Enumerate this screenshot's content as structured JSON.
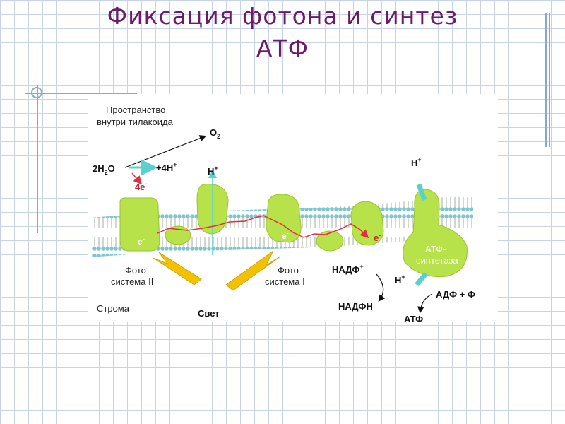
{
  "slide": {
    "title_line1": "Фиксация фотона и синтез",
    "title_line2": "АТФ"
  },
  "diagram": {
    "lumen_label_1": "Пространство",
    "lumen_label_2": "внутри тилакоида",
    "o2_main": "O",
    "o2_sub": "2",
    "water_pre": "2H",
    "water_sub": "2",
    "water_post": "O",
    "protons_4h": "+4H",
    "protons_4h_sup": "+",
    "electrons_4e": "4e",
    "electrons_4e_sup": "-",
    "h_plus_left": "H",
    "h_plus_left_sup": "+",
    "h_plus_top_right": "H",
    "h_plus_top_right_sup": "+",
    "h_plus_bottom_right": "H",
    "h_plus_bottom_right_sup": "+",
    "e_ps2": "e",
    "e_ps1": "e",
    "e_right": "e",
    "e_sup": "-",
    "ps2_label_1": "Фото-",
    "ps2_label_2": "система II",
    "ps1_label_1": "Фото-",
    "ps1_label_2": "система I",
    "light_label": "Свет",
    "stroma_label": "Строма",
    "nadp_label": "НАДФ",
    "nadp_sup": "+",
    "nadph_label": "НАДФН",
    "atp_synthase_label_1": "АТФ-",
    "atp_synthase_label_2": "синтетаза",
    "adp_label": "АДФ + Ф",
    "atp_label": "АТФ",
    "colors": {
      "protein": "#b7e24a",
      "membrane": "#7ec6cf",
      "electron_path": "#e03040",
      "proton_arrow": "#5ccfcf",
      "light": "#f2c200",
      "title": "#6a1b6a"
    }
  }
}
